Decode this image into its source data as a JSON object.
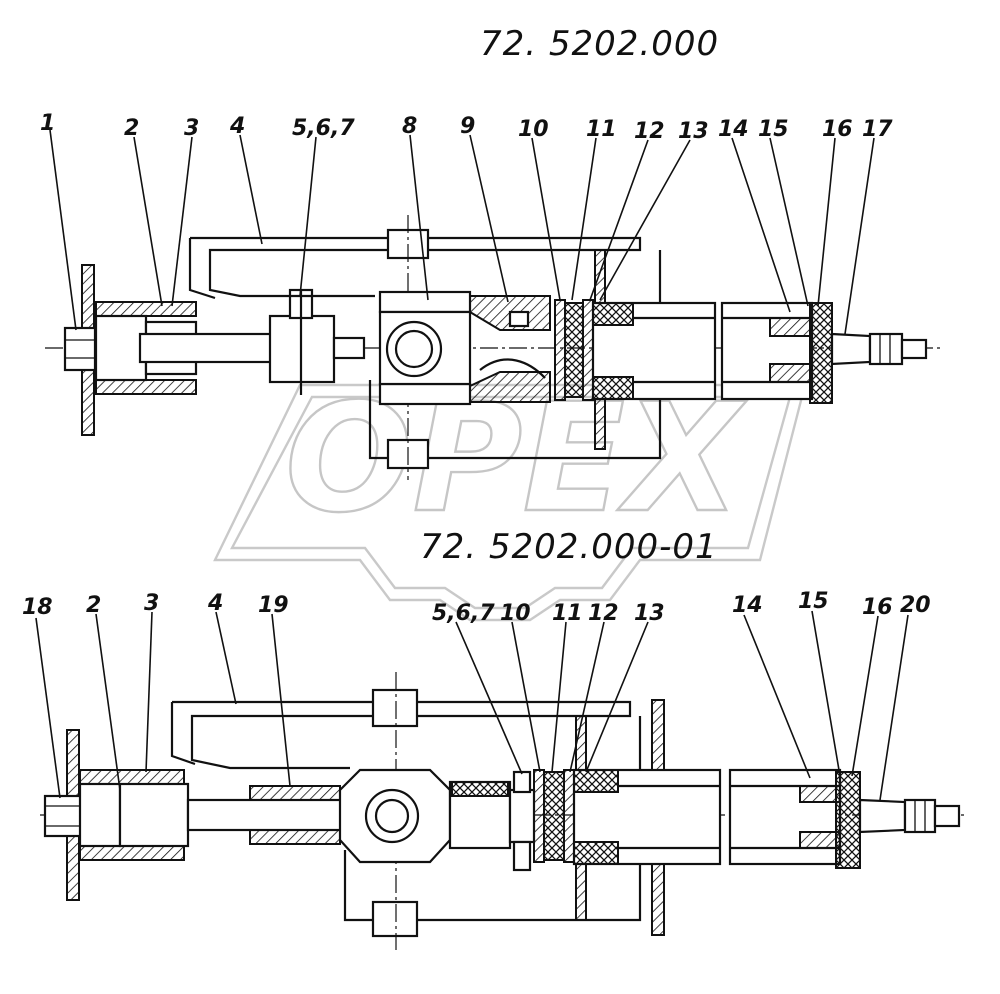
{
  "drawing": {
    "title_top": "72. 5202.000",
    "title_bottom": "72. 5202.000-01"
  },
  "watermark": {
    "text": "OPEX"
  },
  "top_callouts": [
    "1",
    "2",
    "3",
    "4",
    "5,6,7",
    "8",
    "9",
    "10",
    "11",
    "12",
    "13",
    "14",
    "15",
    "16",
    "17"
  ],
  "bottom_callouts": [
    "18",
    "2",
    "3",
    "4",
    "19",
    "5,6,7",
    "10",
    "11",
    "12",
    "13",
    "14",
    "15",
    "16",
    "20"
  ]
}
